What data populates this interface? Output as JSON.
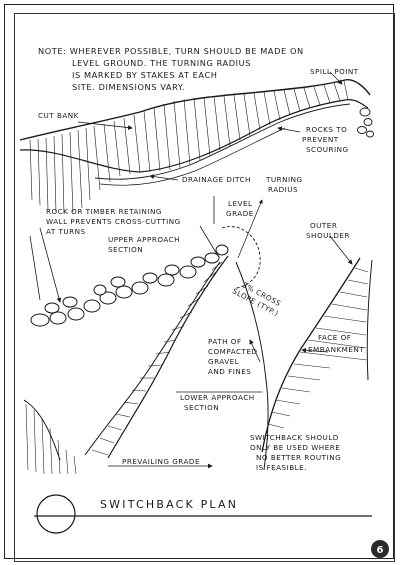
{
  "note": {
    "line1": "NOTE:  WHEREVER POSSIBLE, TURN SHOULD BE MADE ON",
    "line2": "LEVEL GROUND. THE TURNING RADIUS",
    "line3": "IS MARKED BY STAKES AT EACH",
    "line4": "SITE. DIMENSIONS VARY."
  },
  "labels": {
    "spill_point": "SPILL POINT",
    "cut_bank": "CUT BANK",
    "rocks_1": "ROCKS TO",
    "rocks_2": "PREVENT",
    "rocks_3": "SCOURING",
    "drainage_ditch": "DRAINAGE DITCH",
    "turning_1": "TURNING",
    "turning_2": "RADIUS",
    "level_1": "LEVEL",
    "level_2": "GRADE",
    "retaining_1": "ROCK OR TIMBER RETAINING",
    "retaining_2": "WALL PREVENTS CROSS-CUTTING",
    "retaining_3": "AT TURNS",
    "upper_1": "UPPER APPROACH",
    "upper_2": "SECTION",
    "outer_1": "OUTER",
    "outer_2": "SHOULDER",
    "slope_1": "3% CROSS",
    "slope_2": "SLOPE (TYP.)",
    "path_1": "PATH OF",
    "path_2": "COMPACTED",
    "path_3": "GRAVEL",
    "path_4": "AND FINES",
    "face_1": "FACE OF",
    "face_2": "EMBANKMENT",
    "lower_1": "LOWER APPROACH",
    "lower_2": "SECTION",
    "switchback_note_1": "SWITCHBACK SHOULD",
    "switchback_note_2": "ONLY BE USED WHERE",
    "switchback_note_3": "NO BETTER ROUTING",
    "switchback_note_4": "IS FEASIBLE.",
    "prevailing_grade": "PREVAILING GRADE"
  },
  "title": "SWITCHBACK PLAN",
  "page_number": "6",
  "colors": {
    "ink": "#1a1a1a",
    "badge": "#2b2b2b",
    "paper": "#ffffff"
  }
}
